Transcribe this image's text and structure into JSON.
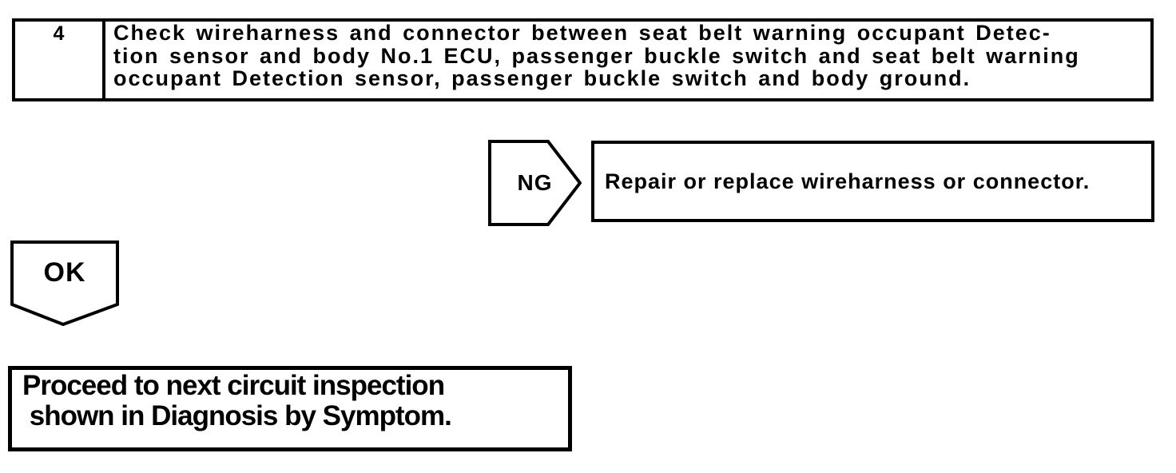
{
  "colors": {
    "ink": "#000000",
    "paper": "#ffffff"
  },
  "step_box": {
    "number": "4",
    "instruction_lines": [
      "Check wireharness and connector between seat belt warning occupant Detec-",
      "tion sensor and body No.1 ECU, passenger buckle switch and seat belt warning",
      "occupant Detection sensor, passenger buckle switch and body ground."
    ]
  },
  "ng_branch": {
    "connector_label": "NG",
    "action": "Repair or replace wireharness or connector."
  },
  "ok_branch": {
    "connector_label": "OK"
  },
  "result_box": {
    "lines": [
      "Proceed to next circuit inspection",
      " shown in Diagnosis by Symptom."
    ]
  }
}
